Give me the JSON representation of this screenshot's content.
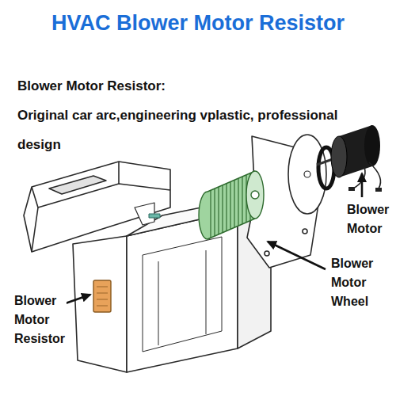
{
  "diagram": {
    "title": "HVAC Blower Motor Resistor",
    "labels": [
      "Blower Motor Resistor:",
      "Original car arc,engineering vplastic, professional design",
      "Blower Motor",
      "Blower Motor Wheel",
      "Blower Motor Resistor"
    ]
  }
}
